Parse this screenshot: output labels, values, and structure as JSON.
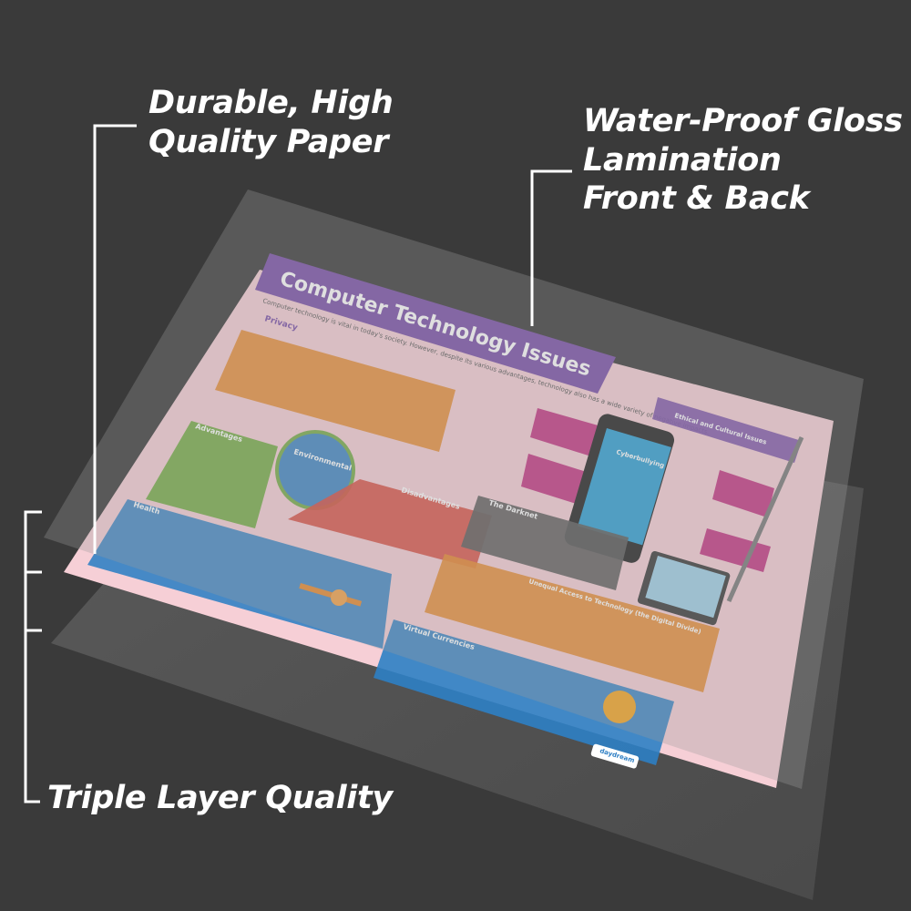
{
  "callouts": {
    "paper": [
      "Durable, High",
      "Quality Paper"
    ],
    "lamination": [
      "Water-Proof Gloss",
      "Lamination",
      "Front & Back"
    ],
    "layers": "Triple Layer Quality"
  },
  "poster": {
    "title": "Computer Technology Issues",
    "intro": "Computer technology is vital in today's society. However, despite its various advantages, technology also has a wide variety of negative impacts.",
    "sections": {
      "privacy": "Privacy",
      "ethical": "Ethical and Cultural Issues",
      "advantages": "Advantages",
      "environmental": "Environmental",
      "disadvantages": "Disadvantages",
      "health": "Health",
      "darknet": "The Darknet",
      "cyberbullying": "Cyberbullying",
      "access": "Unequal Access to Technology (the Digital Divide)",
      "currencies": "Virtual Currencies"
    },
    "logo": "daydream"
  },
  "colors": {
    "background": "#3a3a3a",
    "purple": "#7a4fa8",
    "orange": "#e88a2e",
    "green": "#6aa83a",
    "red": "#d94a3e",
    "blue": "#2e7fc4",
    "magenta": "#c0267a",
    "grey": "#5a5a5a",
    "pink": "#f6cfd6"
  }
}
